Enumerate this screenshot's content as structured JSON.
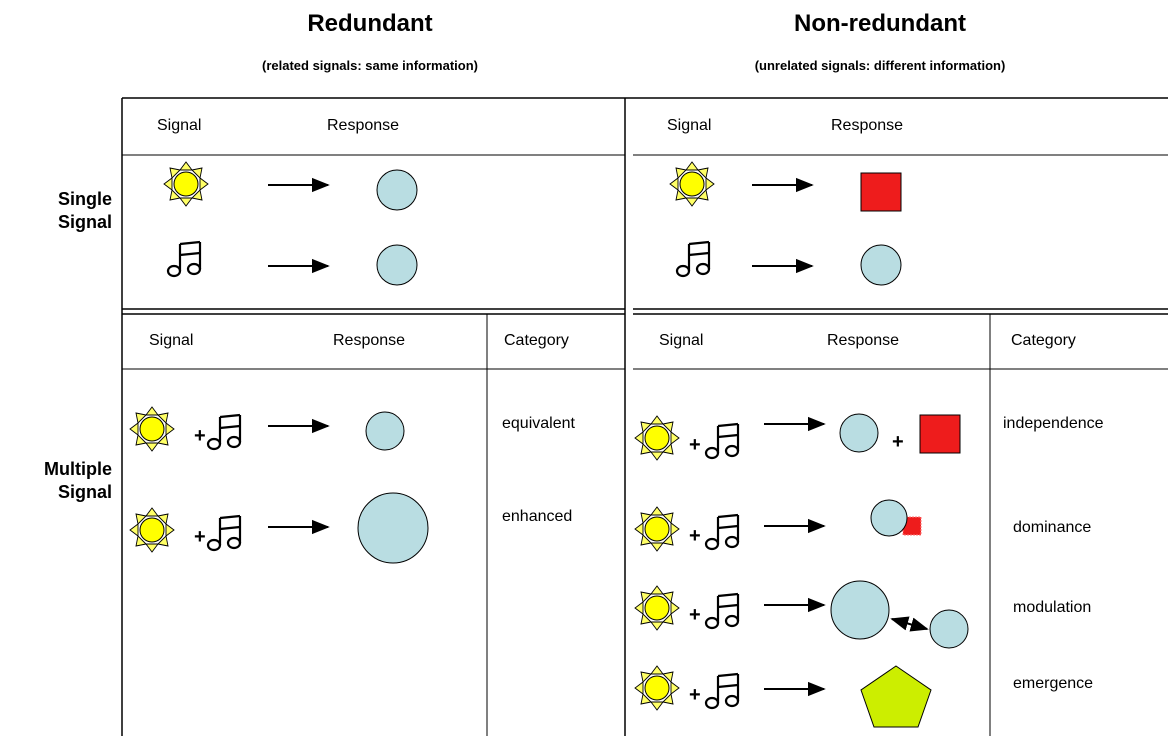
{
  "headers": {
    "redundant": {
      "title": "Redundant",
      "subtitle": "(related signals: same information)"
    },
    "nonredundant": {
      "title": "Non-redundant",
      "subtitle": "(unrelated signals: different information)"
    }
  },
  "rows": {
    "single": [
      "Single",
      "Signal"
    ],
    "multiple": [
      "Multiple",
      "Signal"
    ]
  },
  "columns": {
    "signal": "Signal",
    "response": "Response",
    "category": "Category"
  },
  "plus": "+",
  "categories": {
    "redundant": [
      "equivalent",
      "enhanced"
    ],
    "nonredundant": [
      "independence",
      "dominance",
      "modulation",
      "emergence"
    ]
  },
  "icons": [
    "sun-icon",
    "music-note-icon",
    "arrow-icon",
    "circle-response",
    "square-response",
    "pentagon-response"
  ],
  "colors": {
    "circle": "#b9dde2",
    "square": "#ee1c1c",
    "sun": "#ffff00",
    "sun_rays": "#ffff66",
    "pentagon": "#ccee00"
  }
}
